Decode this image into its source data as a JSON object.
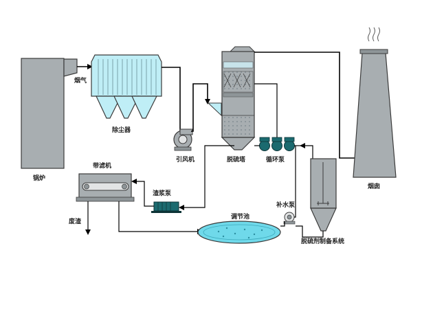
{
  "labels": {
    "boiler": "锅炉",
    "flue_gas": "烟气",
    "dust_collector": "除尘器",
    "induced_fan": "引风机",
    "absorber": "脱硫塔",
    "circulation_pump": "循环泵",
    "chimney": "烟囱",
    "filter": "带滤机",
    "slurry_pump": "渣浆泵",
    "waste_residue": "废渣",
    "regulating_pool": "调节池",
    "makeup_pump": "补水泵",
    "reagent_system": "脱硫剂制备系统"
  },
  "colors": {
    "equipment_fill": "#a8aeb1",
    "equipment_stroke": "#3a3a3a",
    "dust_collector_fill": "#bfeef6",
    "pool_fill": "#6fd9ea",
    "pump_fill": "#1b6a6f",
    "pipe": "#000000"
  },
  "icons": {
    "smoke": "smoke-wisps-icon",
    "fan": "centrifugal-fan-icon",
    "pump": "pump-icon",
    "agitator": "agitator-icon"
  }
}
